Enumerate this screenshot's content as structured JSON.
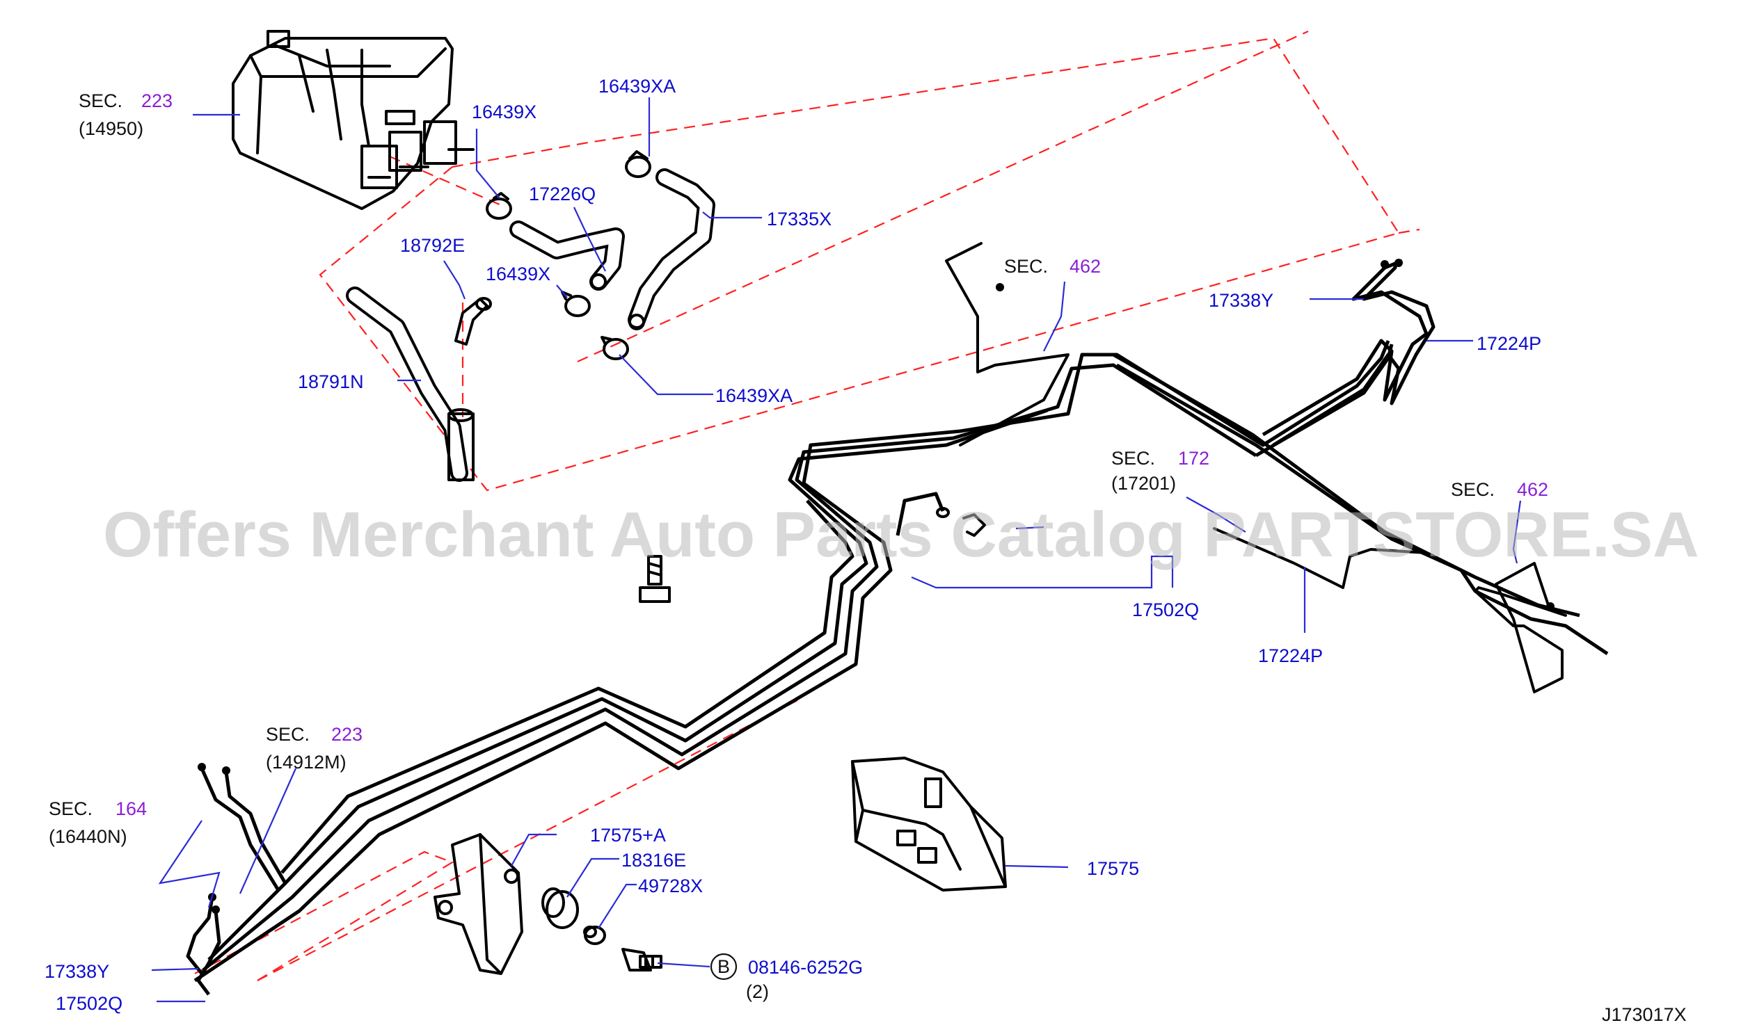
{
  "watermark": "Offers Merchant Auto Parts Catalog PARTSTORE.SA",
  "diagram_id": "J173017X",
  "sections": {
    "sec_label": "SEC.",
    "sec223_top": {
      "num": "223",
      "sub": "(14950)"
    },
    "sec462_a": {
      "num": "462"
    },
    "sec172": {
      "num": "172",
      "sub": "(17201)"
    },
    "sec462_b": {
      "num": "462"
    },
    "sec223_bottom": {
      "num": "223",
      "sub": "(14912M)"
    },
    "sec164": {
      "num": "164",
      "sub": "(16440N)"
    }
  },
  "parts": {
    "p16439X_a": "16439X",
    "p16439XA_a": "16439XA",
    "p17226Q": "17226Q",
    "p17335X": "17335X",
    "p18792E": "18792E",
    "p16439X_b": "16439X",
    "p18791N": "18791N",
    "p16439XA_b": "16439XA",
    "p17338Y_a": "17338Y",
    "p17224P_a": "17224P",
    "p17502Q_a": "17502Q",
    "p17224P_b": "17224P",
    "p17575A": "17575+A",
    "p18316E": "18316E",
    "p49728X": "49728X",
    "p17575": "17575",
    "p08146": "08146-6252G",
    "p08146_qty": "(2)",
    "p08146_marker": "B",
    "p17338Y_b": "17338Y",
    "p17502Q_b": "17502Q"
  }
}
